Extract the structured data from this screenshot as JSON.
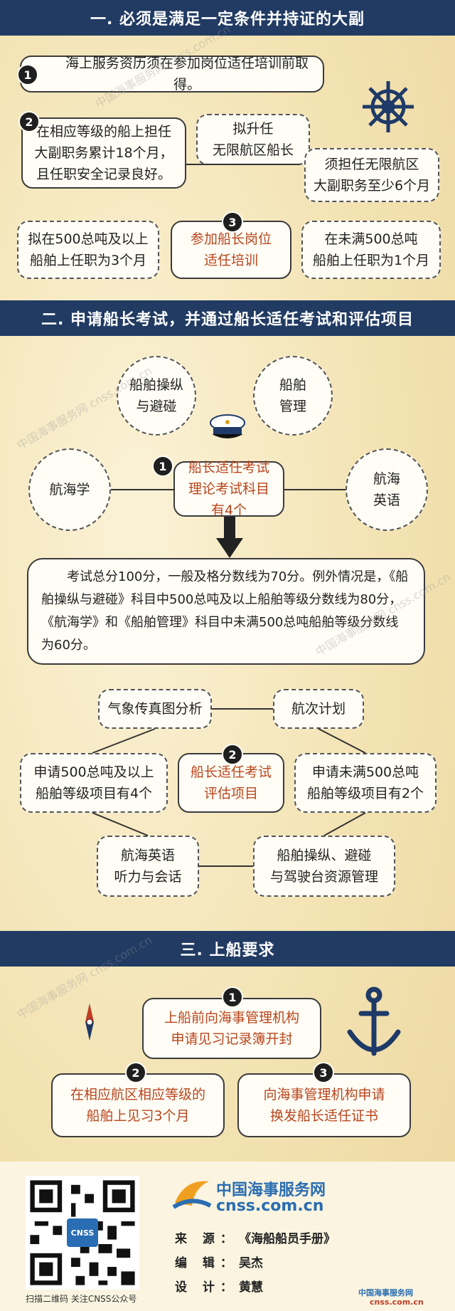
{
  "sections": {
    "s1": "一. 必须是满足一定条件并持证的大副",
    "s2": "二. 申请船长考试，并通过船长适任考试和评估项目",
    "s3": "三. 上船要求"
  },
  "part1": {
    "item1": "海上服务资历须在参加岗位适任培训前取得。",
    "item2": "在相应等级的船上担任\n大副职务累计18个月，\n且任职安全记录良好。",
    "promote": "拟升任\n无限航区船长",
    "min6": "须担任无限航区\n大副职务至少6个月",
    "over500": "拟在500总吨及以上\n船舶上任职为3个月",
    "training": "参加船长岗位\n适任培训",
    "under500": "在未满500总吨\n船舶上任职为1个月"
  },
  "part2": {
    "theory_center": "船长适任考试\n理论考试科目有4个",
    "subject1": "船舶操纵\n与避碰",
    "subject2": "船舶\n管理",
    "subject3": "航海学",
    "subject4": "航海\n英语",
    "score_text": "考试总分100分，一般及格分数线为70分。例外情况是，《船舶操纵与避碰》科目中500总吨及以上船舶等级分数线为80分，《航海学》和《船舶管理》科目中未满500总吨船舶等级分数线为60分。",
    "eval_center": "船长适任考试\n评估项目",
    "weather": "气象传真图分析",
    "voyage": "航次计划",
    "eval_over500": "申请500总吨及以上\n船舶等级项目有4个",
    "eval_under500": "申请未满500总吨\n船舶等级项目有2个",
    "english": "航海英语\n听力与会话",
    "handling": "船舶操纵、避碰\n与驾驶台资源管理"
  },
  "part3": {
    "item1": "上船前向海事管理机构\n申请见习记录簿开封",
    "item2": "在相应航区相应等级的\n船舶上见习3个月",
    "item3": "向海事管理机构申请\n换发船长适任证书"
  },
  "numbers": [
    "1",
    "2",
    "3"
  ],
  "footer": {
    "logo_cn": "中国海事服务网",
    "logo_url": "cnss.com.cn",
    "source_k": "来 源：",
    "source_v": "《海船船员手册》",
    "editor_k": "编 辑：",
    "editor_v": "吴杰",
    "design_k": "设 计：",
    "design_v": "黄慧",
    "qr_caption": "扫描二维码 关注CNSS公众号",
    "qr_badge": "CNSS",
    "corner_brand": "中国海事服务网",
    "corner_url": "cnss.com.cn"
  },
  "watermark": "中国海事服务网 cnss.com.cn",
  "colors": {
    "navy": "#213b63",
    "highlight": "#b8451d"
  }
}
